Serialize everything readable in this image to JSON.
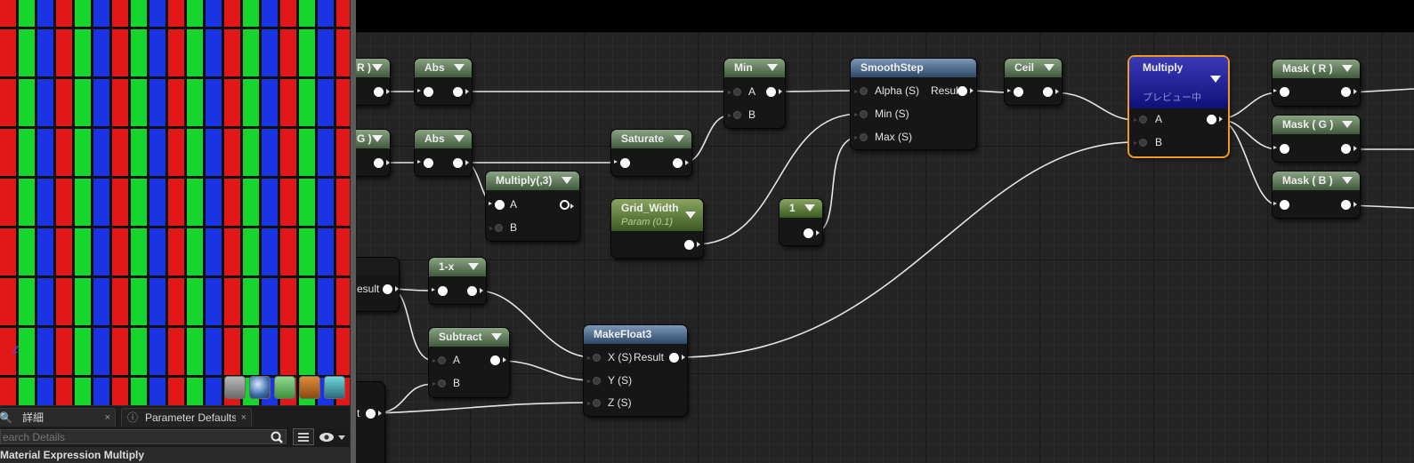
{
  "viewport": {
    "axis_label": "Z",
    "stripe_colors": [
      "#e21818",
      "#16d62e",
      "#1a34e4"
    ],
    "toolbar_icons": [
      "cylinder-icon",
      "sphere-icon",
      "plane-icon",
      "cube-icon",
      "custom-mesh-icon"
    ]
  },
  "tabs": [
    {
      "label": "詳細",
      "close": "×"
    },
    {
      "label": "Parameter Defaults",
      "close": "×"
    }
  ],
  "details": {
    "search_placeholder": "earch Details",
    "bottom_text": "Material Expression Multiply"
  },
  "nodes": {
    "r_partial": {
      "title": "R )",
      "pins": []
    },
    "g_partial": {
      "title": "G )",
      "pins": []
    },
    "result_partial": {
      "title": "",
      "pins": [
        {
          "label": "esult"
        }
      ]
    },
    "t_partial": {
      "title": "",
      "pins": [
        {
          "label": "t"
        }
      ]
    },
    "abs1": {
      "title": "Abs"
    },
    "abs2": {
      "title": "Abs"
    },
    "min": {
      "title": "Min",
      "pins": [
        {
          "label": "A"
        },
        {
          "label": "B"
        }
      ]
    },
    "saturate": {
      "title": "Saturate"
    },
    "multiply_const": {
      "title": "Multiply(,3)",
      "pins": [
        {
          "label": "A"
        },
        {
          "label": "B"
        }
      ]
    },
    "grid_width": {
      "title": "Grid_Width",
      "subtitle": "Param (0.1)"
    },
    "one": {
      "title": "1"
    },
    "smoothstep": {
      "title": "SmoothStep",
      "pins": [
        {
          "label": "Alpha (S)"
        },
        {
          "label": "Min (S)"
        },
        {
          "label": "Max (S)"
        }
      ],
      "out_label": "Result"
    },
    "ceil": {
      "title": "Ceil"
    },
    "multiply": {
      "title": "Multiply",
      "subtitle": "プレビュー中",
      "pins": [
        {
          "label": "A"
        },
        {
          "label": "B"
        }
      ]
    },
    "mask_r": {
      "title": "Mask ( R )"
    },
    "mask_g": {
      "title": "Mask ( G )"
    },
    "mask_b": {
      "title": "Mask ( B )"
    },
    "one_minus_x": {
      "title": "1-x"
    },
    "subtract": {
      "title": "Subtract",
      "pins": [
        {
          "label": "A"
        },
        {
          "label": "B"
        }
      ]
    },
    "makefloat3": {
      "title": "MakeFloat3",
      "pins": [
        {
          "label": "X (S)"
        },
        {
          "label": "Y (S)"
        },
        {
          "label": "Z (S)"
        }
      ],
      "out_label": "Result"
    }
  },
  "colors": {
    "graph_bg": "#242424",
    "node_header_math": "#5a7555",
    "node_header_func": "#4a6a8e",
    "node_header_param": "#5a7a36",
    "node_header_preview": "#2424a8",
    "selection": "#f29a1e"
  }
}
